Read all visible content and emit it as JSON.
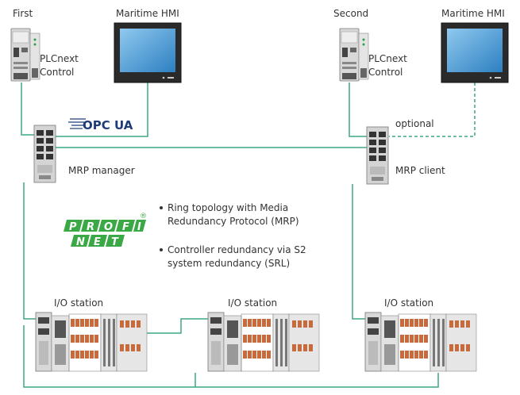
{
  "labels": {
    "first": "First",
    "second": "Second",
    "hmi_left": "Maritime HMI",
    "hmi_right": "Maritime HMI",
    "plc_left": [
      "PLCnext",
      "Control"
    ],
    "plc_right": [
      "PLCnext",
      "Control"
    ],
    "optional": "optional",
    "mrp_manager": "MRP manager",
    "mrp_client": "MRP client",
    "io_left": "I/O station",
    "io_mid": "I/O station",
    "io_right": "I/O station"
  },
  "bullets": [
    [
      "Ring topology with Media",
      "Redundancy Protocol (MRP)"
    ],
    [
      "Controller redundancy via S2",
      "system redundancy (SRL)"
    ]
  ],
  "logos": {
    "opcua": "OPC UA",
    "profinet_top": [
      "P",
      "R",
      "O",
      "F",
      "I"
    ],
    "profinet_bottom": [
      "N",
      "E",
      "T"
    ],
    "registered": "®"
  },
  "colors": {
    "link": "#3fa585",
    "text": "#333333",
    "profinet": "#3aa845",
    "opc": "#1e3c78",
    "device": "#d8d8d8",
    "screen": "#2d7fc1"
  }
}
